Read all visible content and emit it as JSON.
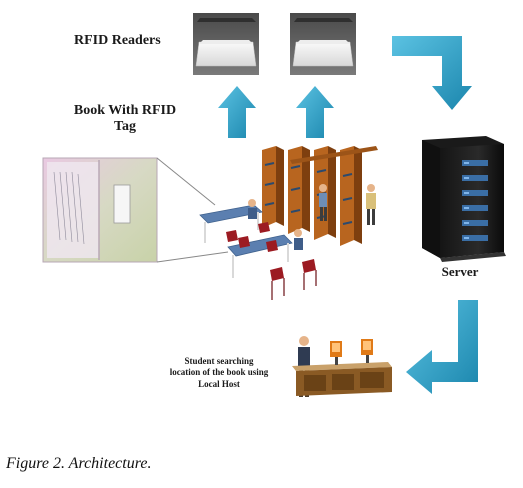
{
  "labels": {
    "readers": "RFID Readers",
    "book_line1": "Book With RFID",
    "book_line2": "Tag",
    "server": "Server",
    "student_line1": "Student searching",
    "student_line2": "location of the book using",
    "student_line3": "Local Host"
  },
  "caption": {
    "figure": "Figure 2.",
    "text": "Architecture."
  },
  "colors": {
    "arrow": "#2fa3c9",
    "arrow_dark": "#1b7fa5",
    "shelf": "#b8651f",
    "chair": "#9c1b22",
    "table": "#5b7fb0"
  },
  "icons": [
    "rfid-reader-icon",
    "book-icon",
    "library-icon",
    "server-icon",
    "kiosk-icon",
    "arrow-icon"
  ]
}
